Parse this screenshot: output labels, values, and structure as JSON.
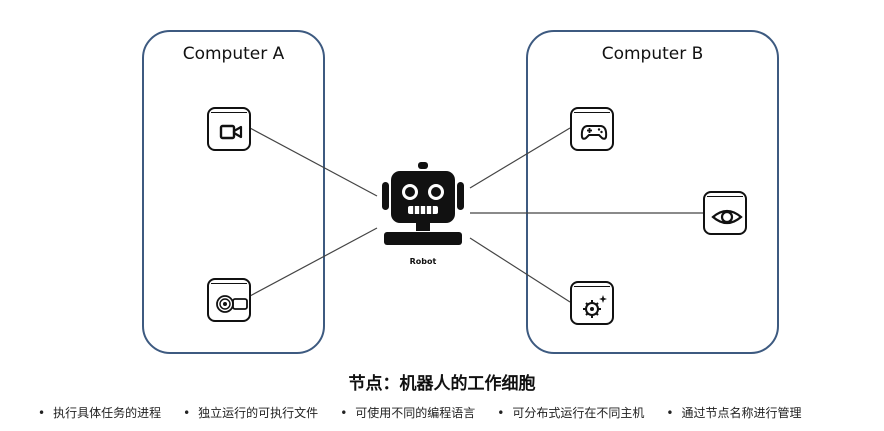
{
  "computer_a": {
    "title": "Computer A"
  },
  "computer_b": {
    "title": "Computer B"
  },
  "robot": {
    "label": "Robot"
  },
  "icons": {
    "a1": "camera-icon",
    "a2": "speaker-icon",
    "b1": "gamepad-icon",
    "b2": "eye-icon",
    "b3": "sparkle-gear-icon"
  },
  "heading": "节点：机器人的工作细胞",
  "bullets": [
    "执行具体任务的进程",
    "独立运行的可执行文件",
    "可使用不同的编程语言",
    "可分布式运行在不同主机",
    "通过节点名称进行管理"
  ],
  "colors": {
    "box_border": "#3d5a80",
    "line": "#444444",
    "ink": "#111111"
  }
}
